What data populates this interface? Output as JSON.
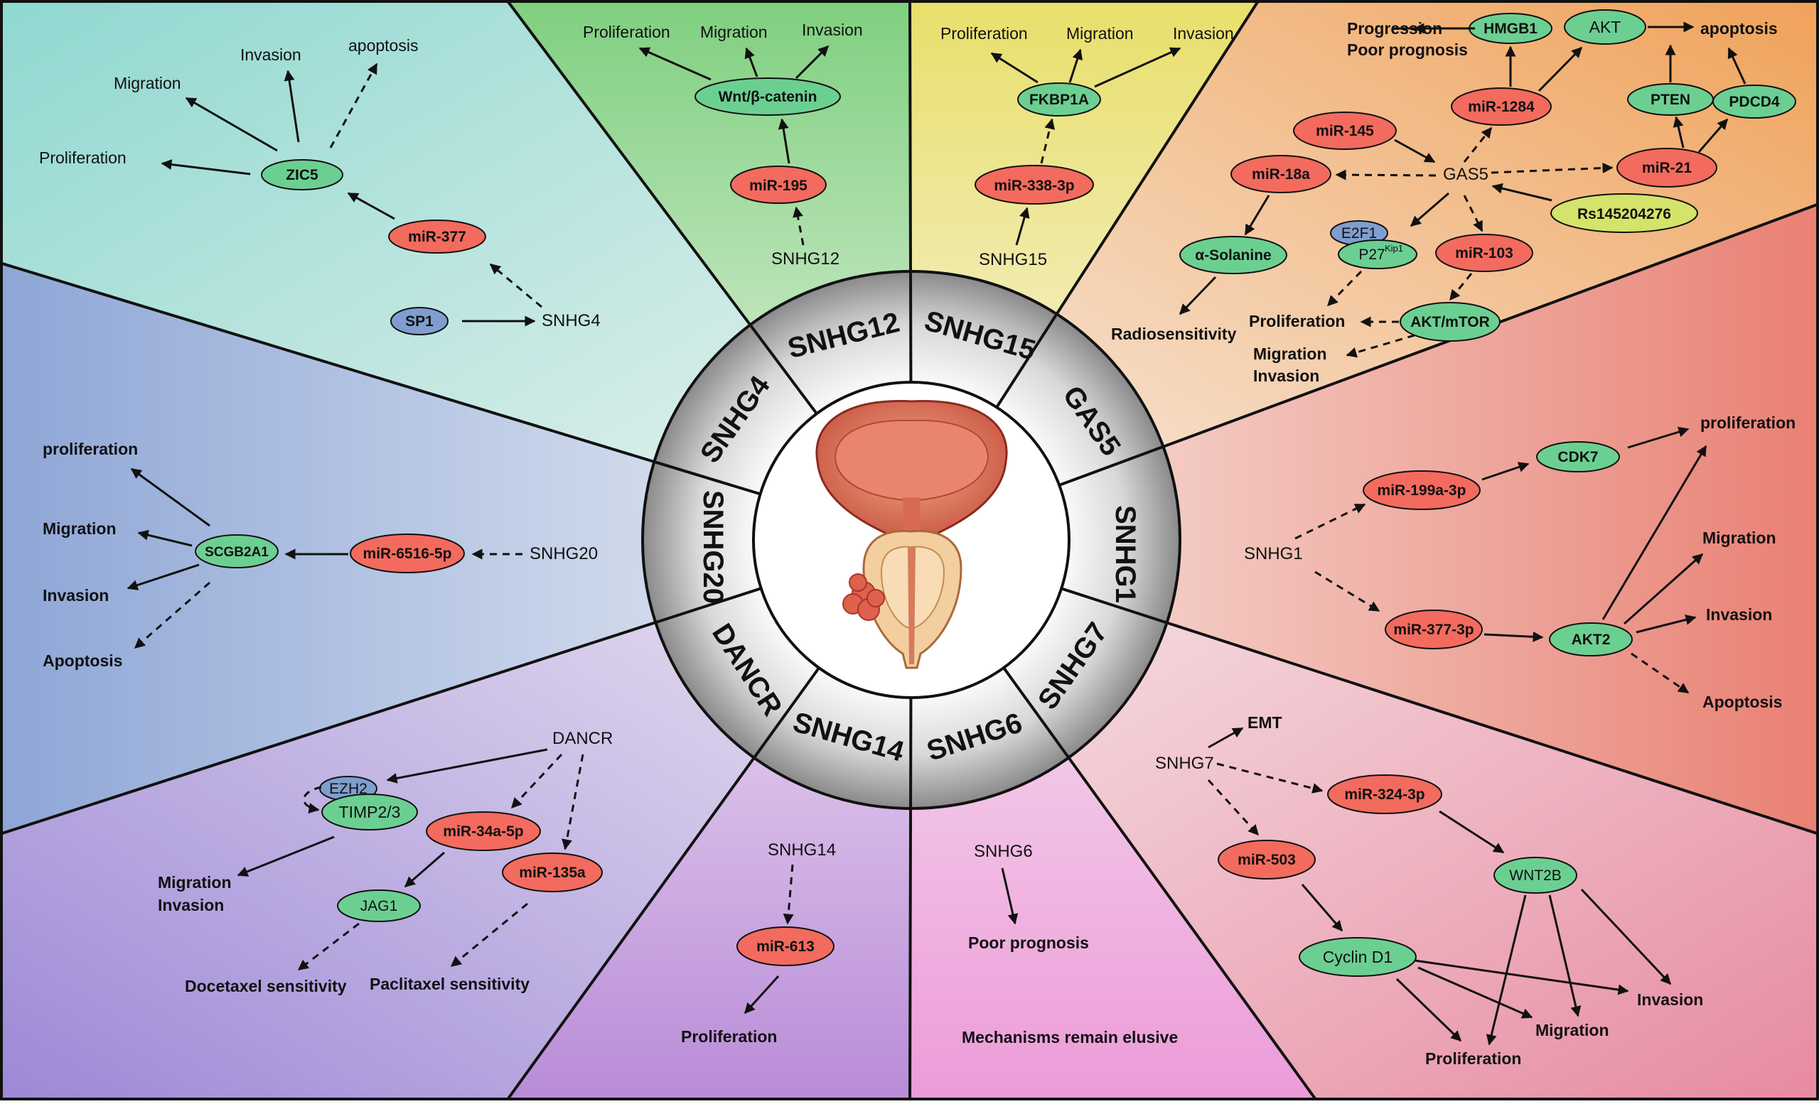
{
  "diagram": {
    "center_lncrnas": [
      "SNHG12",
      "SNHG15",
      "GAS5",
      "SNHG1",
      "SNHG7",
      "SNHG6",
      "SNHG14",
      "DANCR",
      "SNHG20",
      "SNHG4"
    ],
    "colors": {
      "mirna_fill": "#f26b5e",
      "target_fill": "#6ccf92",
      "factor_fill": "#7f9ecf",
      "snp_fill": "#d4e36a",
      "border": "#111111"
    },
    "snhg4": {
      "lnc": "SNHG4",
      "sp1": "SP1",
      "mir": "miR-377",
      "target": "ZIC5",
      "out_prolif": "Proliferation",
      "out_migr": "Migration",
      "out_inv": "Invasion",
      "out_apop": "apoptosis"
    },
    "snhg12": {
      "lnc": "SNHG12",
      "mir": "miR-195",
      "target": "Wnt/β-catenin",
      "out_prolif": "Proliferation",
      "out_migr": "Migration",
      "out_inv": "Invasion"
    },
    "snhg15": {
      "lnc": "SNHG15",
      "mir": "miR-338-3p",
      "target": "FKBP1A",
      "out_prolif": "Proliferation",
      "out_migr": "Migration",
      "out_inv": "Invasion"
    },
    "gas5": {
      "lnc": "GAS5",
      "progression": "Progression",
      "poor_prog": "Poor prognosis",
      "hmgb1": "HMGB1",
      "akt": "AKT",
      "apoptosis": "apoptosis",
      "mir1284": "miR-1284",
      "pten": "PTEN",
      "pdcd4": "PDCD4",
      "mir145": "miR-145",
      "mir18a": "miR-18a",
      "mir21": "miR-21",
      "snp": "Rs145204276",
      "solanine": "α-Solanine",
      "e2f1": "E2F1",
      "p27": "P27",
      "p27_sup": "Kip1",
      "mir103": "miR-103",
      "radio": "Radiosensitivity",
      "prolif": "Proliferation",
      "aktmtor": "AKT/mTOR",
      "migr": "Migration",
      "inv": "Invasion"
    },
    "snhg1": {
      "lnc": "SNHG1",
      "mir199": "miR-199a-3p",
      "cdk7": "CDK7",
      "out_prolif": "proliferation",
      "mir377": "miR-377-3p",
      "akt2": "AKT2",
      "out_migr": "Migration",
      "out_inv": "Invasion",
      "out_apop": "Apoptosis"
    },
    "snhg20": {
      "lnc": "SNHG20",
      "mir": "miR-6516-5p",
      "target": "SCGB2A1",
      "out_prolif": "proliferation",
      "out_migr": "Migration",
      "out_inv": "Invasion",
      "out_apop": "Apoptosis"
    },
    "dancr": {
      "lnc": "DANCR",
      "ezh2": "EZH2",
      "timp": "TIMP2/3",
      "mir34": "miR-34a-5p",
      "mir135": "miR-135a",
      "jag1": "JAG1",
      "migr": "Migration",
      "inv": "Invasion",
      "doce": "Docetaxel sensitivity",
      "pacli": "Paclitaxel sensitivity"
    },
    "snhg14": {
      "lnc": "SNHG14",
      "mir": "miR-613",
      "out": "Proliferation"
    },
    "snhg6": {
      "lnc": "SNHG6",
      "poor": "Poor prognosis",
      "note": "Mechanisms remain elusive"
    },
    "snhg7": {
      "lnc": "SNHG7",
      "emt": "EMT",
      "mir324": "miR-324-3p",
      "mir503": "miR-503",
      "wnt2b": "WNT2B",
      "cyclin": "Cyclin D1",
      "out_inv": "Invasion",
      "out_migr": "Migration",
      "out_prolif": "Proliferation"
    }
  }
}
